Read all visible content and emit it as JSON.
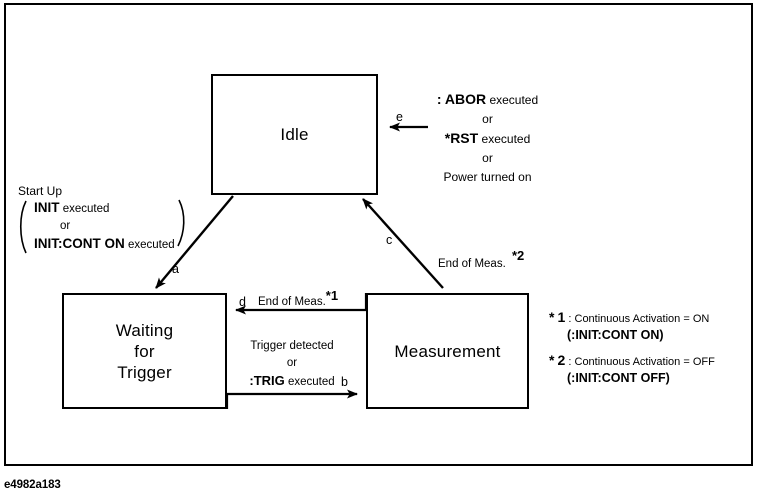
{
  "figure": {
    "id": "e4982a183"
  },
  "states": [
    {
      "key": "idle",
      "label": "Idle"
    },
    {
      "key": "waiting",
      "line1": "Waiting",
      "line2": "for",
      "line3": "Trigger"
    },
    {
      "key": "measurement",
      "label": "Measurement"
    }
  ],
  "transitions": {
    "a": {
      "letter": "a"
    },
    "b": {
      "letter": "b"
    },
    "c": {
      "letter": "c"
    },
    "d": {
      "letter": "d"
    },
    "e": {
      "letter": "e"
    }
  },
  "abor_block": {
    "cmd1": ": ABOR",
    "cmd1_suffix": "executed",
    "or1": "or",
    "cmd2": "*RST",
    "cmd2_suffix": "executed",
    "or2": "or",
    "line3": "Power turned on"
  },
  "startup_block": {
    "heading": "Start Up",
    "cmd1": "INIT",
    "cmd1_suffix": "executed",
    "or1": "or",
    "cmd2": "INIT:CONT ON",
    "cmd2_suffix": "executed"
  },
  "trigger_block": {
    "line1": "Trigger detected",
    "or": "or",
    "cmd": ":TRIG",
    "cmd_suffix": "executed"
  },
  "meas_labels": {
    "end_of_meas_1": "End of Meas.",
    "star1": "*1",
    "end_of_meas_2": "End of Meas.",
    "star2": "*2"
  },
  "legend": [
    {
      "star": "*",
      "num": "1",
      "colon": ":",
      "text": "Continuous Activation = ON",
      "command": "(:INIT:CONT ON)"
    },
    {
      "star": "*",
      "num": "2",
      "colon": ":",
      "text": "Continuous Activation = OFF",
      "command": "(:INIT:CONT OFF)"
    }
  ],
  "colors": {
    "stroke": "#000000",
    "background": "#ffffff"
  }
}
